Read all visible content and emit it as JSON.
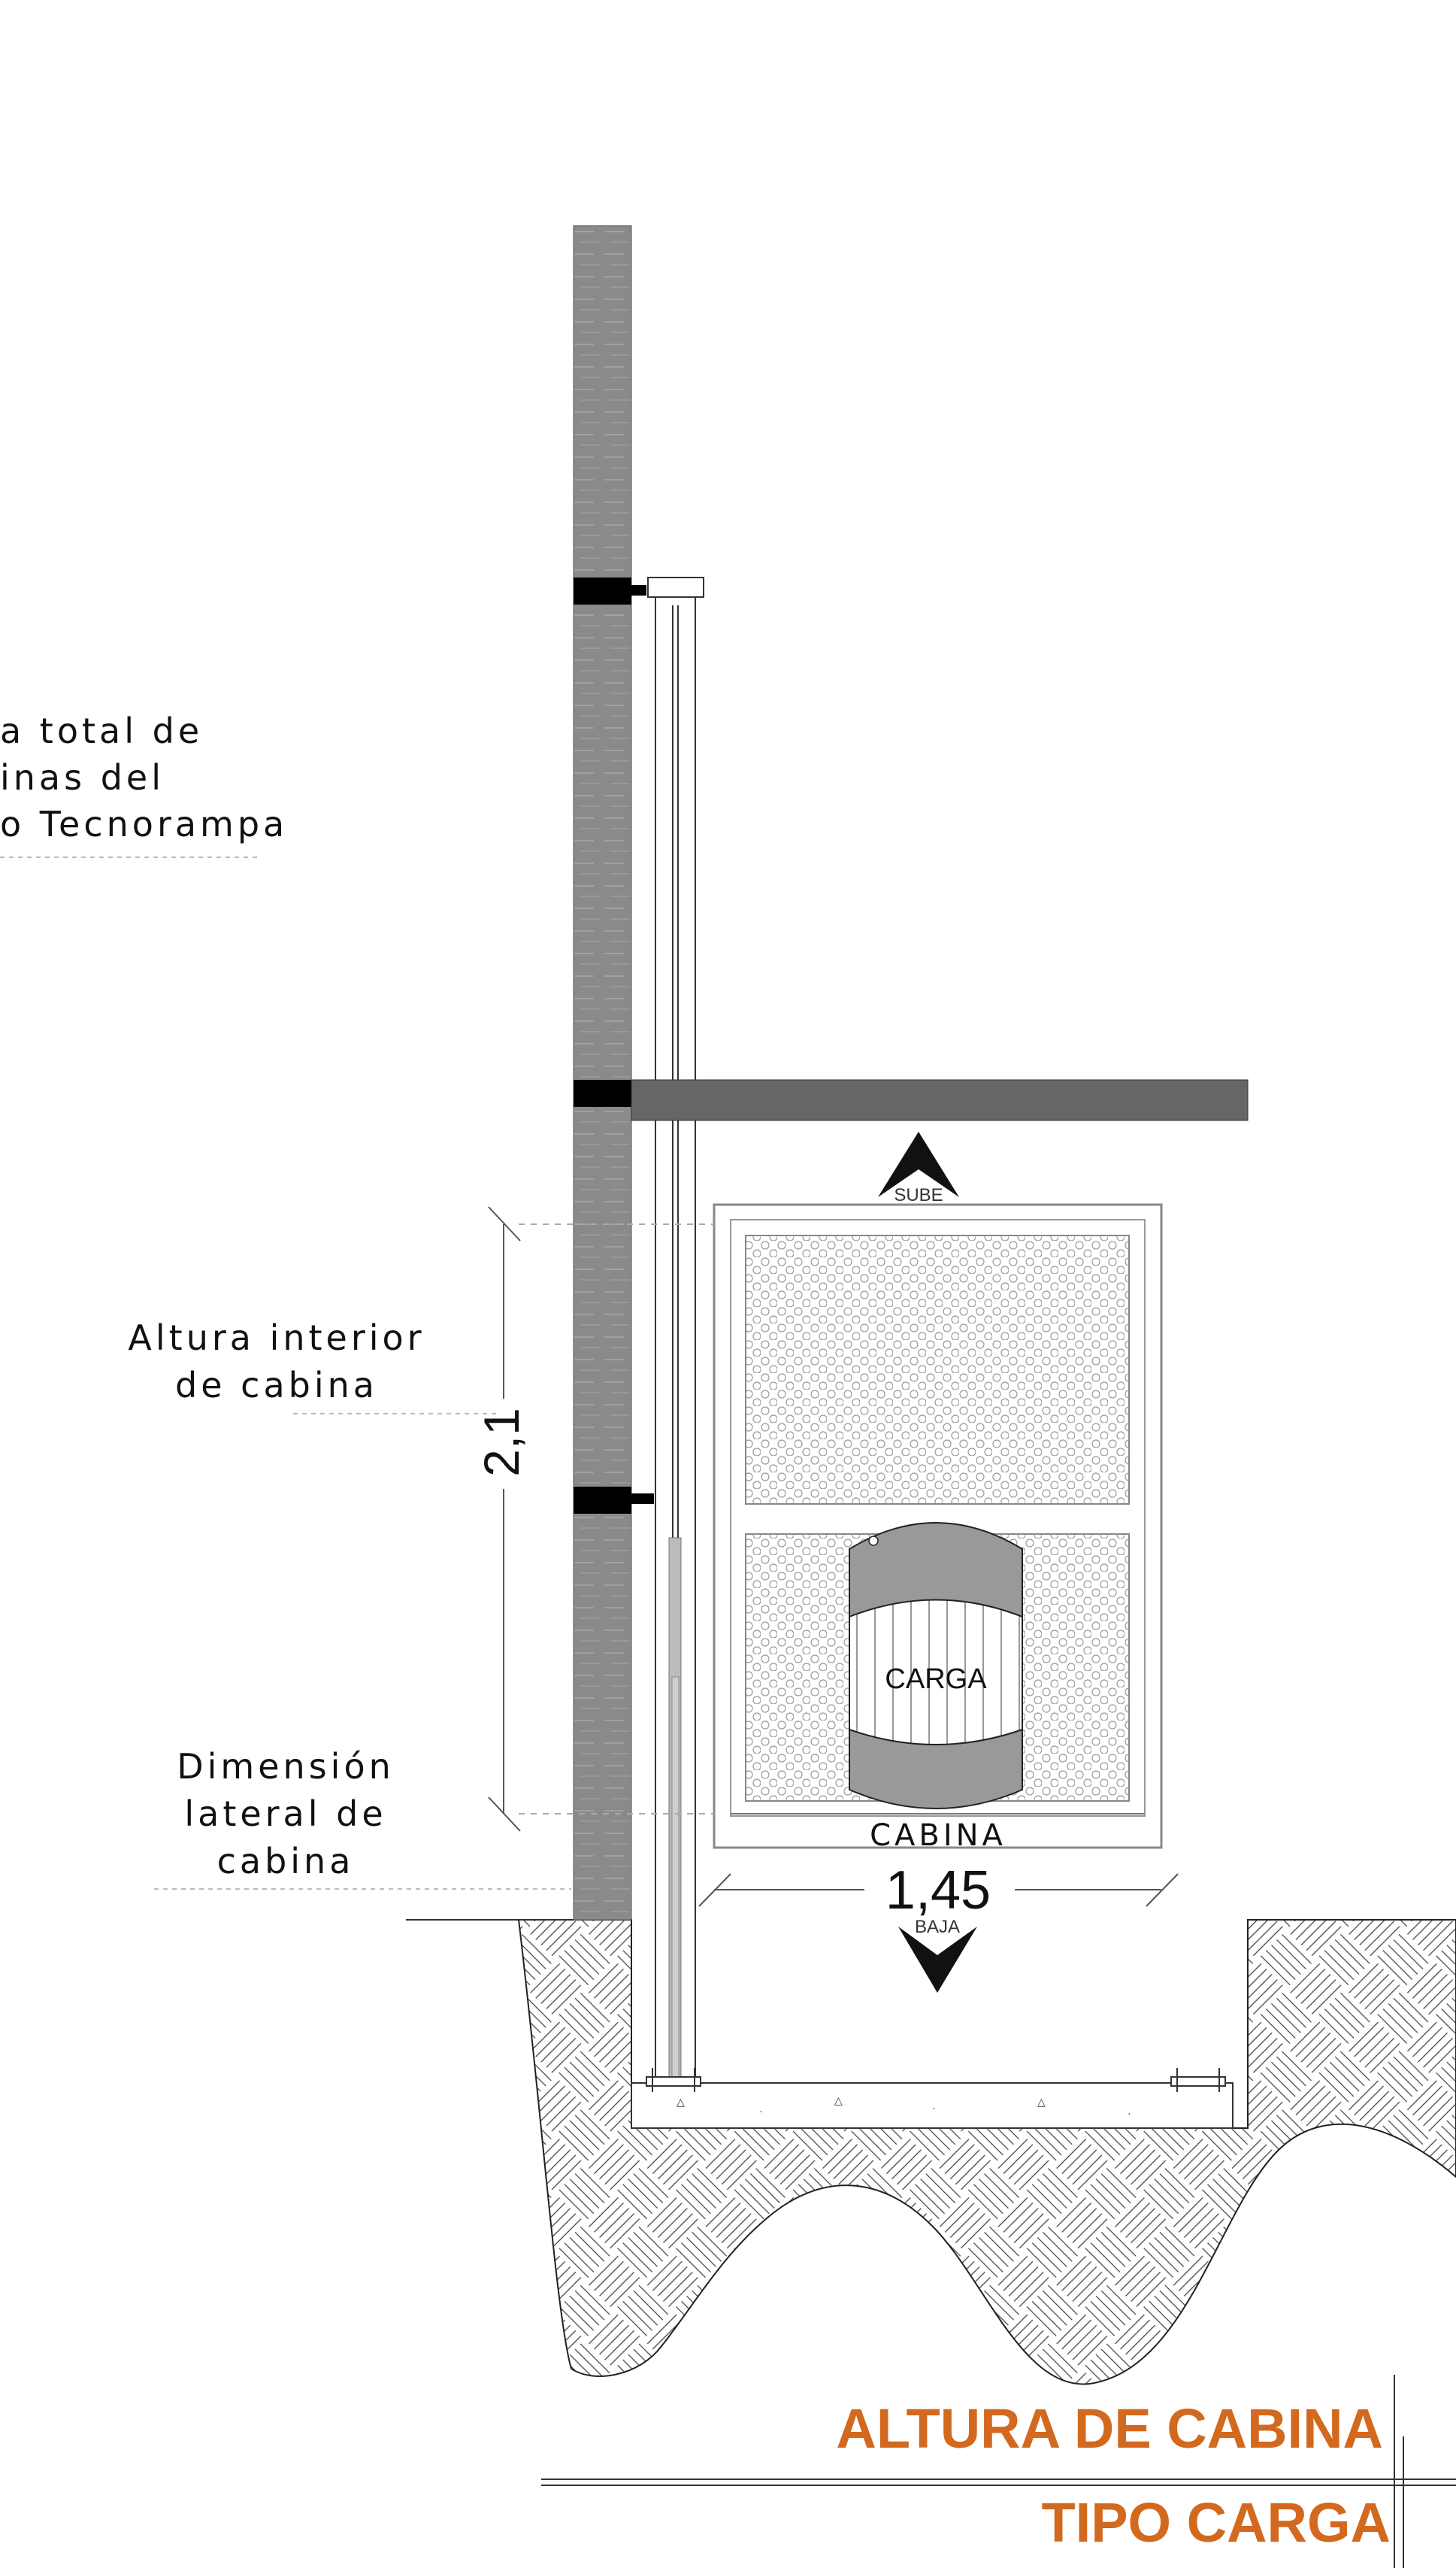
{
  "labels": {
    "longitud": {
      "line1": "a total de",
      "line2": "inas del",
      "line3": "o Tecnorampa"
    },
    "altura_interior": {
      "line1": "Altura interior",
      "line2": "de cabina"
    },
    "dimension_lateral": {
      "line1": "Dimensión",
      "line2": "lateral de",
      "line3": "cabina"
    }
  },
  "dimensions": {
    "height": "2,1",
    "width": "1,45"
  },
  "cabin": {
    "label": "CABINA",
    "load_label": "CARGA",
    "up_label": "SUBE",
    "down_label": "BAJA"
  },
  "title_block": {
    "line1": "ALTURA  DE CABINA",
    "line2": "TIPO CARGA"
  },
  "colors": {
    "title": "#d2691e",
    "column": "#8a8a8a",
    "slab": "#666666",
    "bracket": "#000000"
  }
}
